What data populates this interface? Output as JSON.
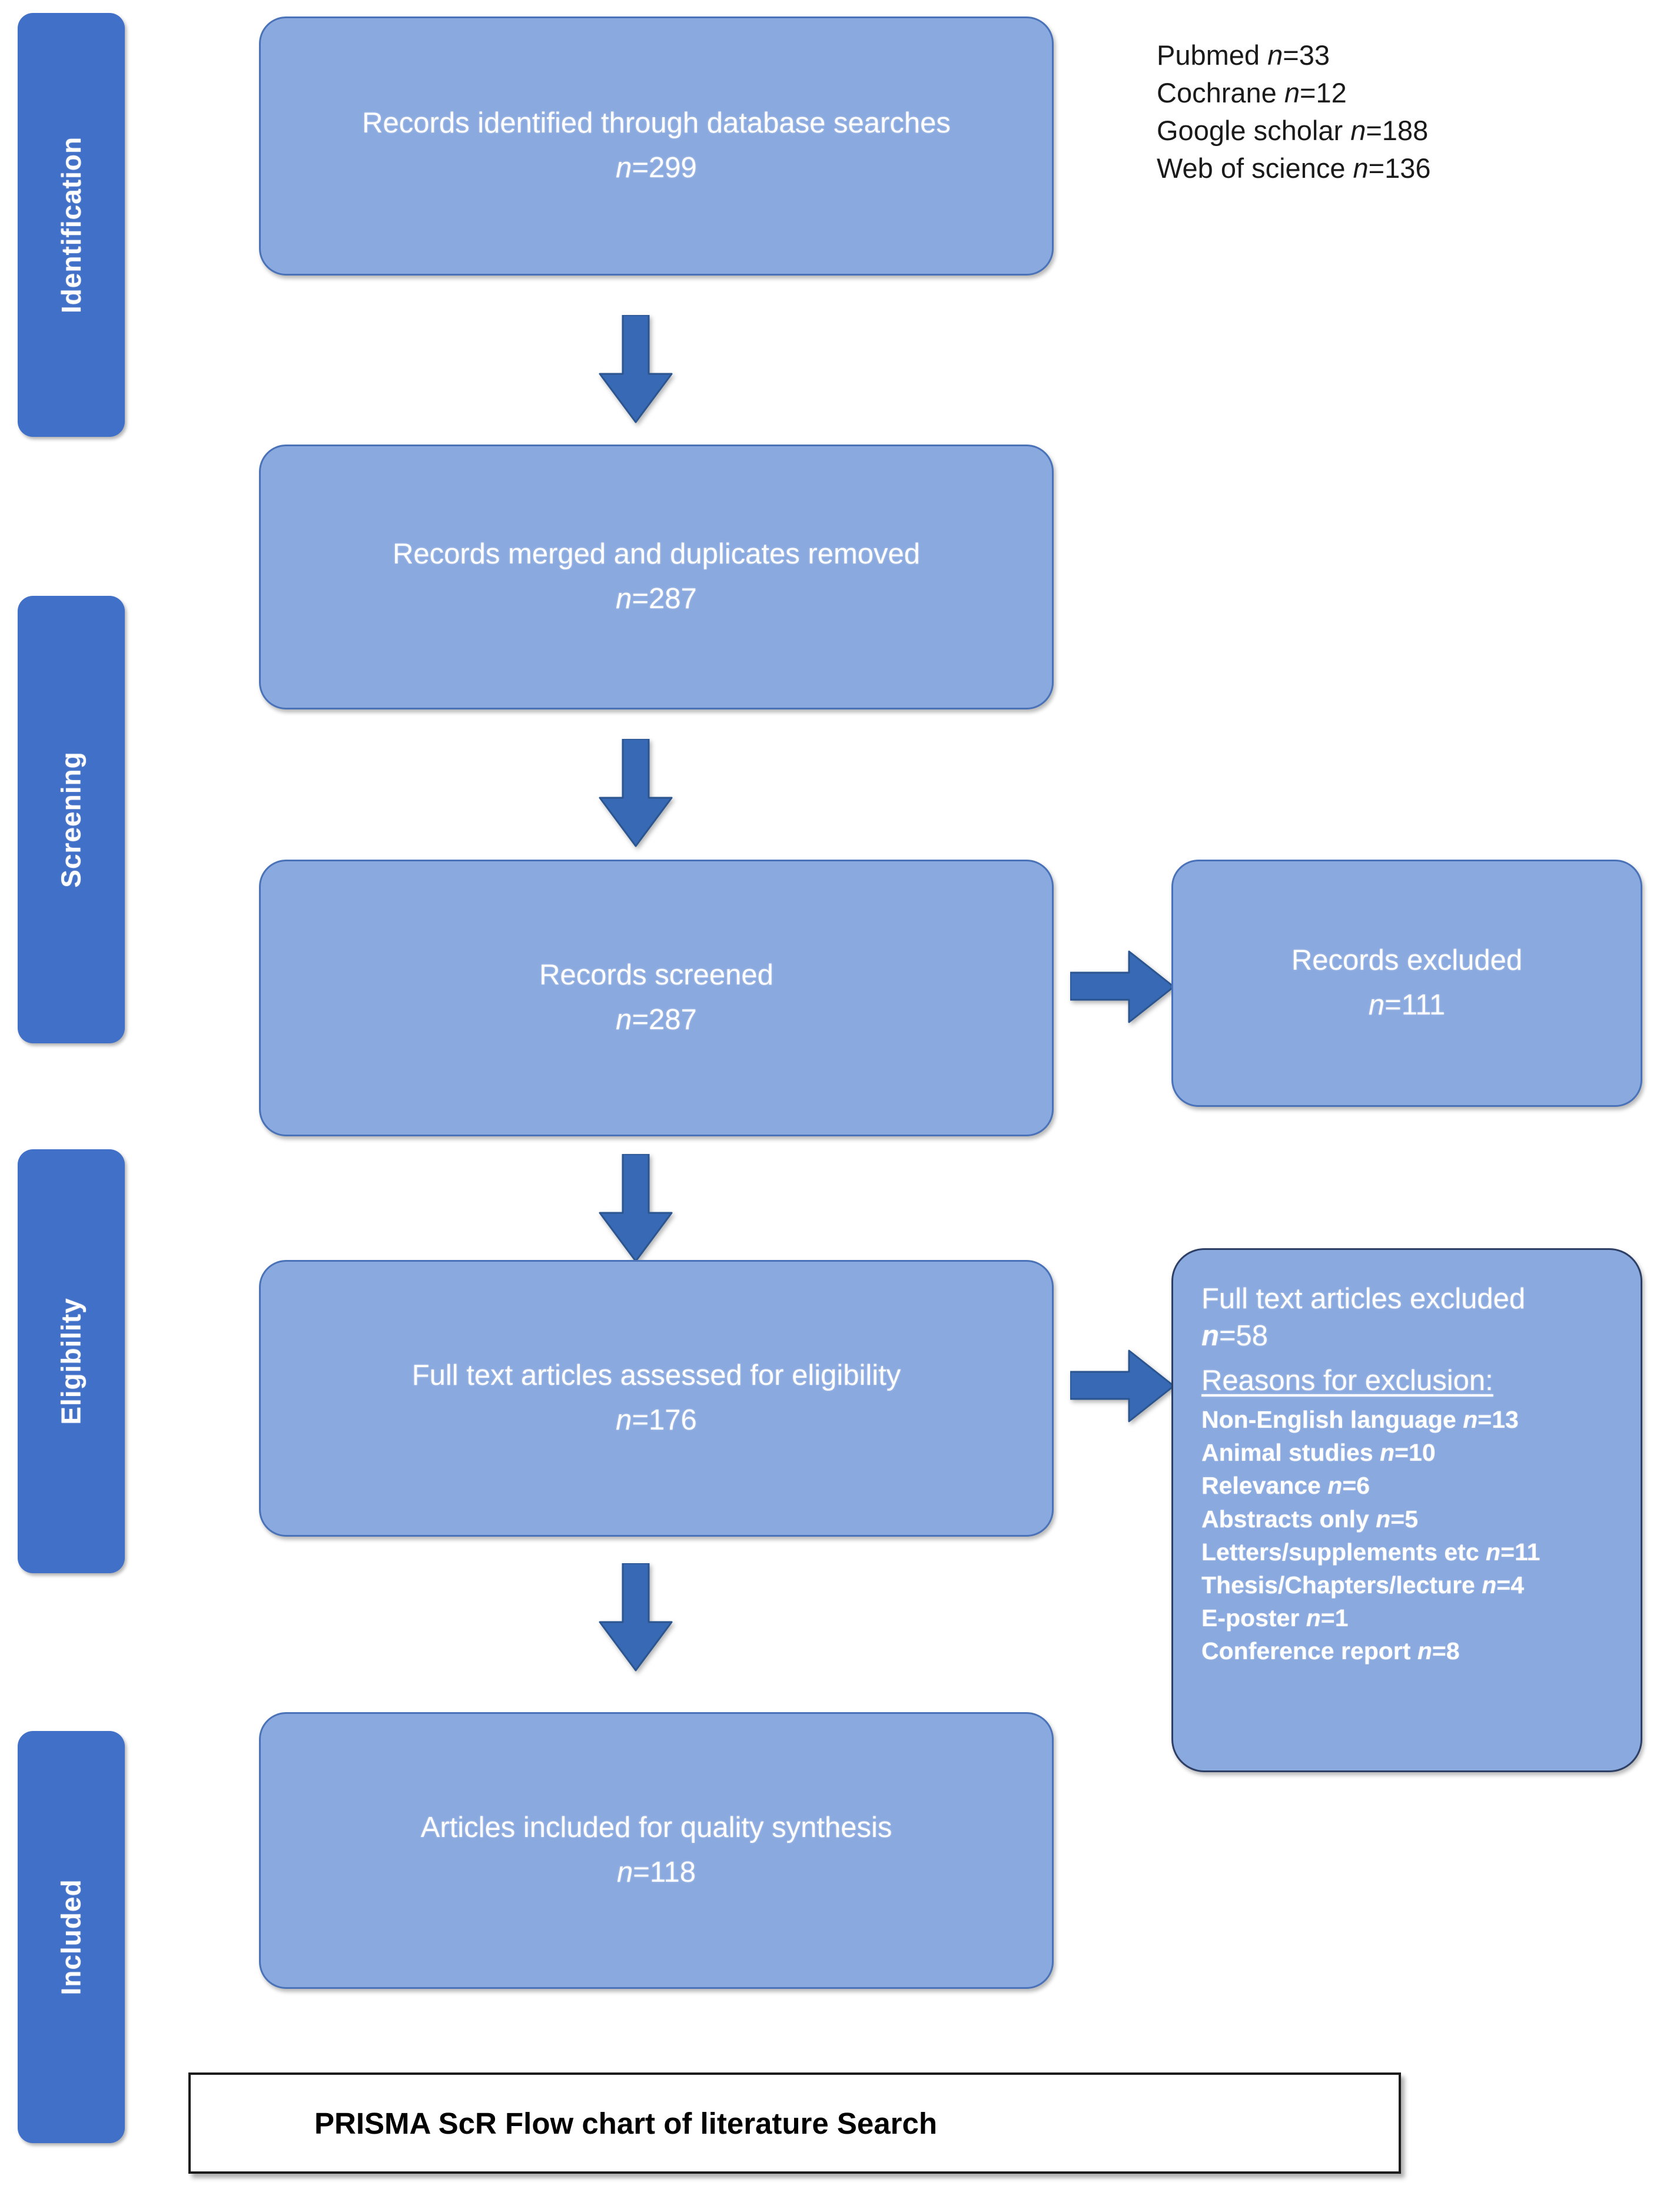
{
  "diagram": {
    "title": "PRISMA ScR Flow chart of literature Search",
    "colors": {
      "stage_strip": "#4170C8",
      "box_fill": "#8AA9DF",
      "box_border": "#4A72B8",
      "arrow": "#3769B4",
      "box_text": "#FFFFFF",
      "note_text": "#1A1A1A",
      "caption_border": "#1B1B1B"
    }
  },
  "stages": [
    {
      "label": "Identification"
    },
    {
      "label": "Screening"
    },
    {
      "label": "Eligibility"
    },
    {
      "label": "Included"
    }
  ],
  "boxes": {
    "identified": {
      "line1": "Records identified through database searches",
      "line2_prefix": "n",
      "line2_value": "=299"
    },
    "merged": {
      "line1": "Records merged and duplicates removed",
      "line2_prefix": "n",
      "line2_value": "=287"
    },
    "screened": {
      "line1": "Records screened",
      "line2_prefix": "n",
      "line2_value": "=287"
    },
    "excluded": {
      "line1": "Records excluded",
      "line2_prefix": "n",
      "line2_value": "=111"
    },
    "fulltext": {
      "line1": "Full text articles assessed for eligibility",
      "line2_prefix": "n",
      "line2_value": "=176"
    },
    "included": {
      "line1": "Articles included for quality synthesis",
      "line2_prefix": "n",
      "line2_value": "=118"
    }
  },
  "sources": {
    "items": [
      {
        "name": "Pubmed",
        "n_prefix": "n",
        "n_value": "=33"
      },
      {
        "name": "Cochrane",
        "n_prefix": "n",
        "n_value": "=12"
      },
      {
        "name": "Google scholar",
        "n_prefix": "n",
        "n_value": "=188"
      },
      {
        "name": "Web of science",
        "n_prefix": "n",
        "n_value": "=136"
      }
    ]
  },
  "exclusion_detail": {
    "heading": "Full text articles excluded",
    "heading_n_prefix": "n",
    "heading_n_value": "=58",
    "subheading": "Reasons for exclusion:",
    "reasons": [
      {
        "label": "Non-English language",
        "n_prefix": "n",
        "n_value": "=13"
      },
      {
        "label": "Animal studies",
        "n_prefix": "n",
        "n_value": "=10"
      },
      {
        "label": "Relevance",
        "n_prefix": "n",
        "n_value": "=6"
      },
      {
        "label": "Abstracts only",
        "n_prefix": "n",
        "n_value": "=5"
      },
      {
        "label": "Letters/supplements etc",
        "n_prefix": "n",
        "n_value": "=11"
      },
      {
        "label": "Thesis/Chapters/lecture",
        "n_prefix": "n",
        "n_value": "=4"
      },
      {
        "label": "E-poster",
        "n_prefix": "n",
        "n_value": "=1"
      },
      {
        "label": "Conference report",
        "n_prefix": "n",
        "n_value": "=8"
      }
    ]
  },
  "chart_data": {
    "type": "diagram",
    "title": "PRISMA ScR Flow chart of literature Search",
    "nodes": [
      {
        "id": "identified",
        "stage": "Identification",
        "label": "Records identified through database searches",
        "n": 299
      },
      {
        "id": "merged",
        "stage": "Screening",
        "label": "Records merged and duplicates removed",
        "n": 287
      },
      {
        "id": "screened",
        "stage": "Screening",
        "label": "Records screened",
        "n": 287
      },
      {
        "id": "excluded",
        "stage": "Screening",
        "label": "Records excluded",
        "n": 111
      },
      {
        "id": "fulltext",
        "stage": "Eligibility",
        "label": "Full text articles assessed for eligibility",
        "n": 176
      },
      {
        "id": "fulltext_excluded",
        "stage": "Eligibility",
        "label": "Full text articles excluded",
        "n": 58
      },
      {
        "id": "included",
        "stage": "Included",
        "label": "Articles included for quality synthesis",
        "n": 118
      }
    ],
    "edges": [
      {
        "from": "identified",
        "to": "merged",
        "direction": "down"
      },
      {
        "from": "merged",
        "to": "screened",
        "direction": "down"
      },
      {
        "from": "screened",
        "to": "excluded",
        "direction": "right"
      },
      {
        "from": "screened",
        "to": "fulltext",
        "direction": "down"
      },
      {
        "from": "fulltext",
        "to": "fulltext_excluded",
        "direction": "right"
      },
      {
        "from": "fulltext",
        "to": "included",
        "direction": "down"
      }
    ],
    "sources": {
      "Pubmed": 33,
      "Cochrane": 12,
      "Google scholar": 188,
      "Web of science": 136
    },
    "exclusion_reasons": {
      "Non-English language": 13,
      "Animal studies": 10,
      "Relevance": 6,
      "Abstracts only": 5,
      "Letters/supplements etc": 11,
      "Thesis/Chapters/lecture": 4,
      "E-poster": 1,
      "Conference report": 8
    }
  }
}
